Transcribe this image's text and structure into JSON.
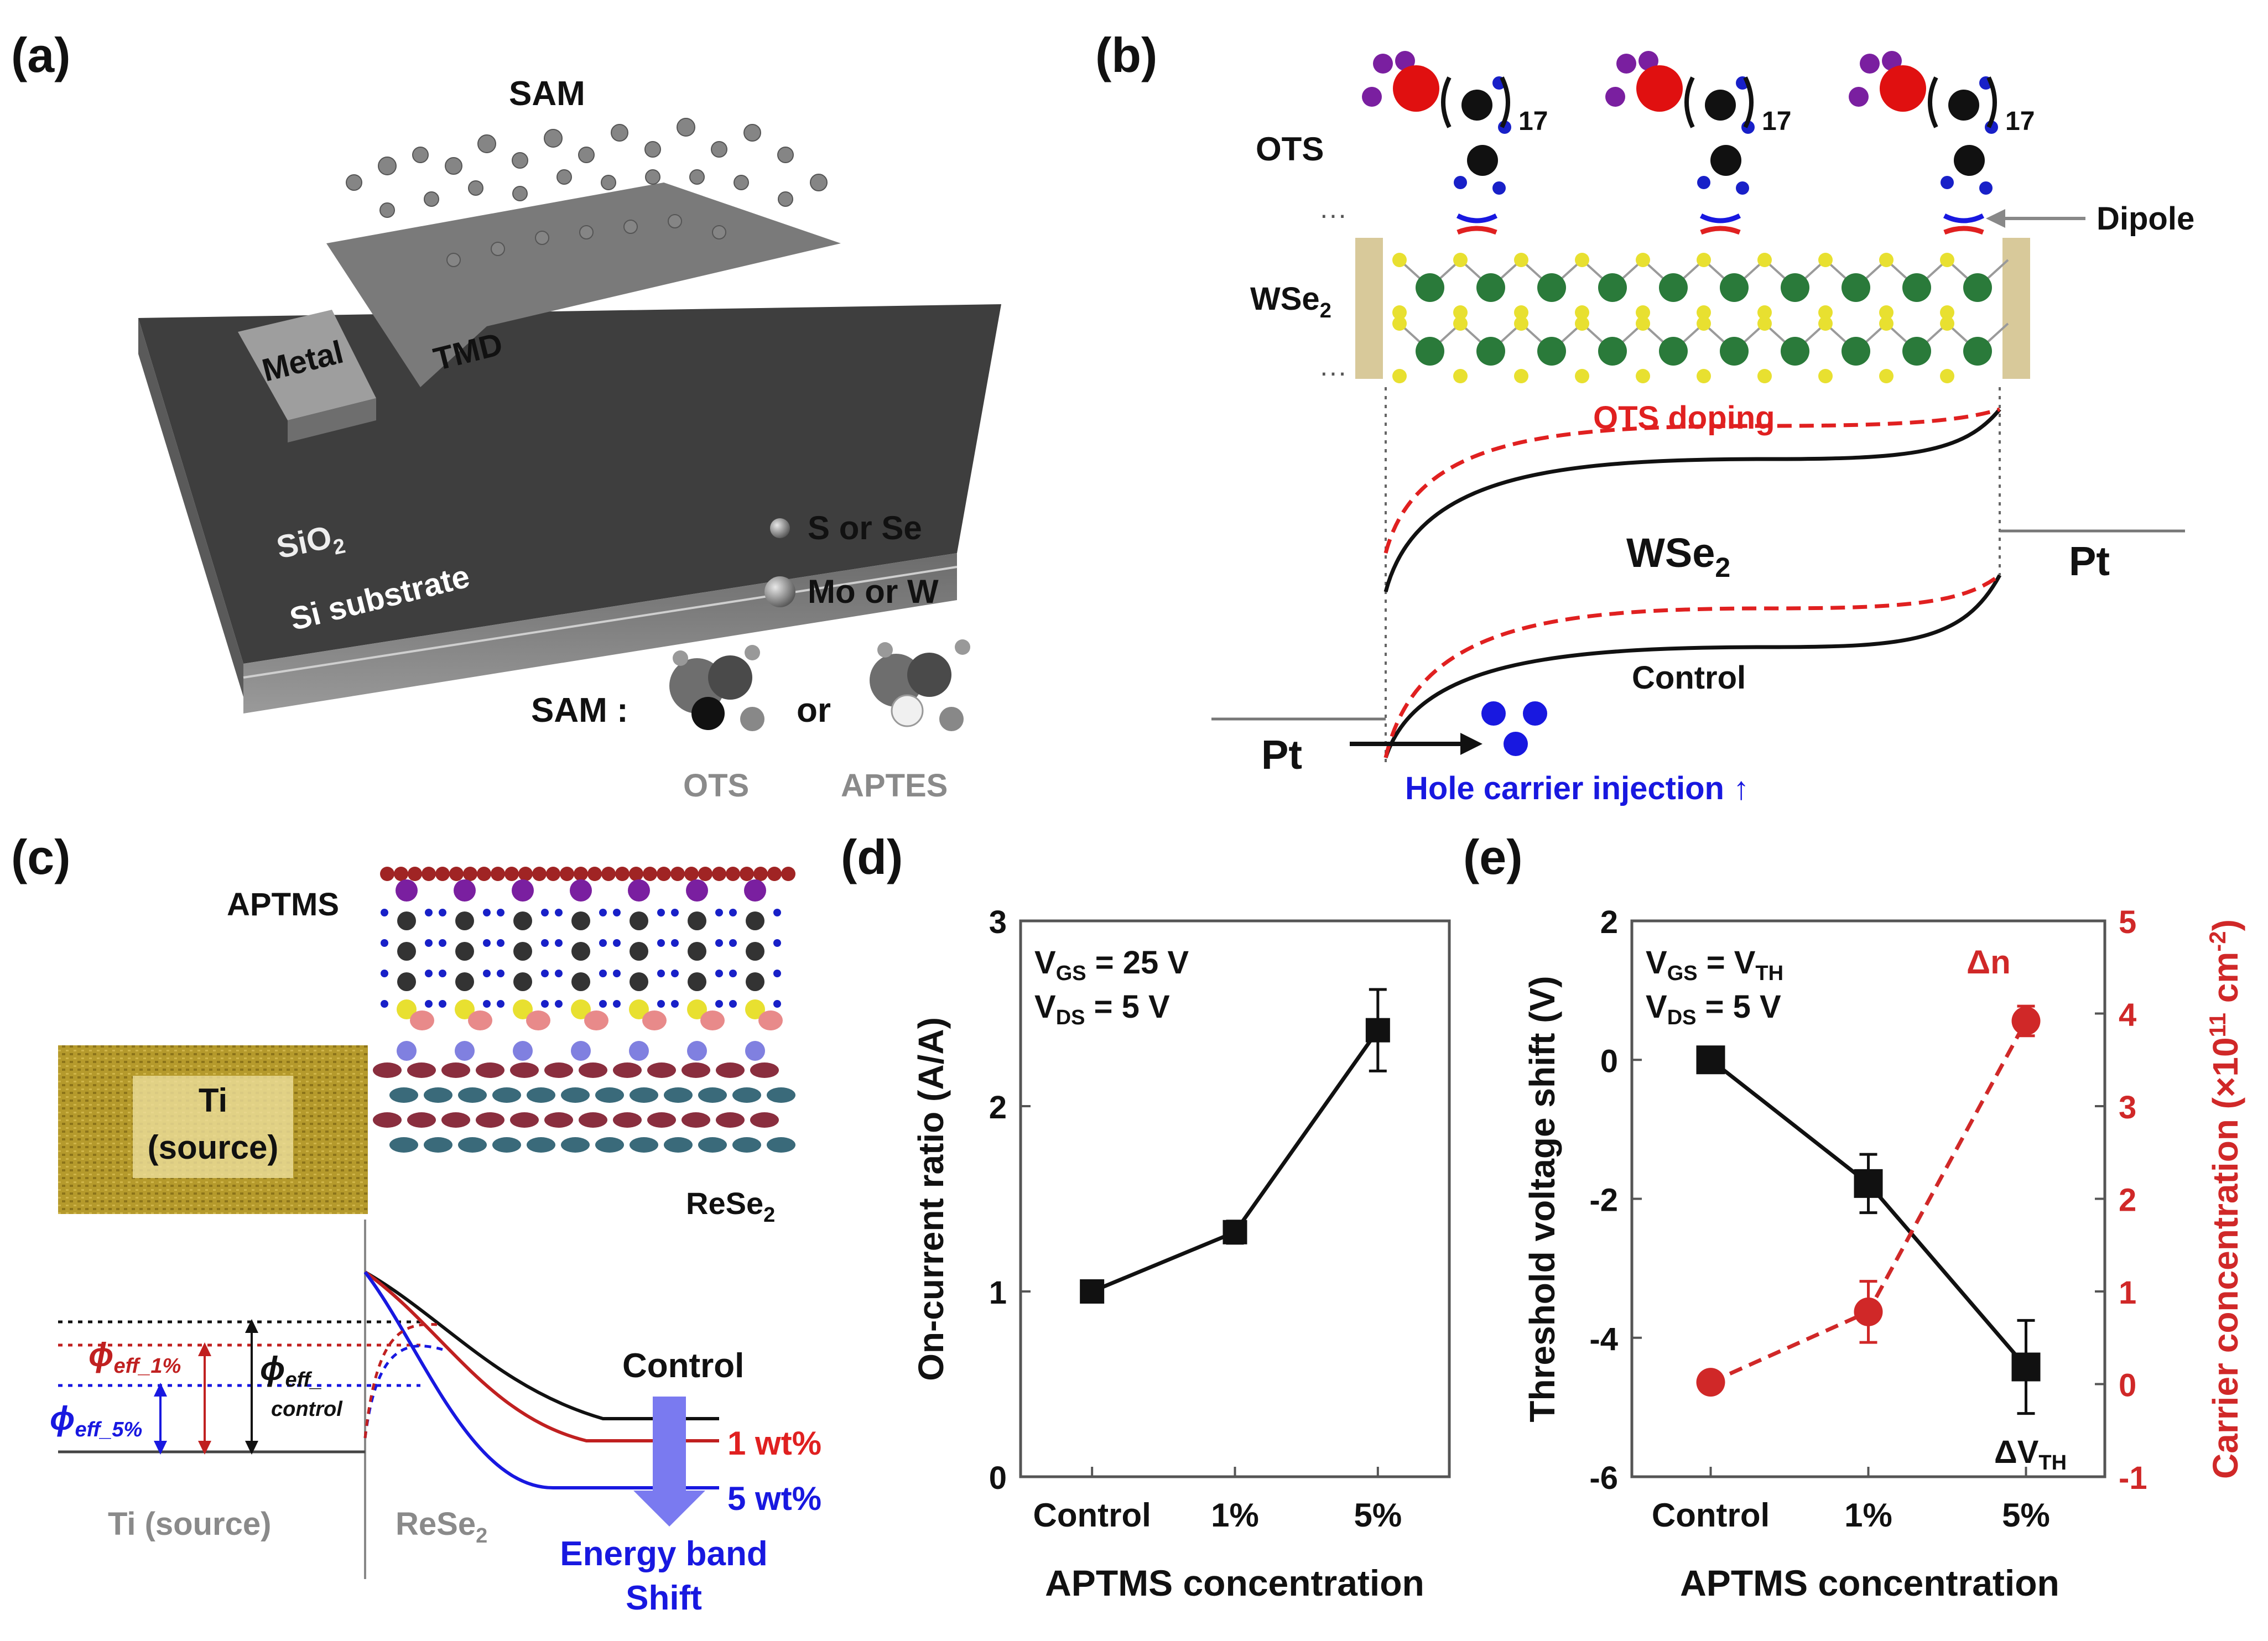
{
  "panels": {
    "a": {
      "label": "(a)",
      "sam_top": "SAM",
      "metal": "Metal",
      "tmd": "TMD",
      "sio2_base": "SiO",
      "sio2_sub": "2",
      "si_substrate": "Si substrate",
      "legend_s": "S or Se",
      "legend_mo": "Mo or W",
      "sam_colon": "SAM :",
      "or": "or",
      "ots": "OTS",
      "aptes": "APTES"
    },
    "b": {
      "label": "(b)",
      "ots": "OTS",
      "sub17": "17",
      "dipole": "Dipole",
      "wse2_base": "WSe",
      "wse2_sub": "2",
      "ots_doping": "OTS doping",
      "pt": "Pt",
      "control": "Control",
      "hole": "Hole carrier injection ↑"
    },
    "c": {
      "label": "(c)",
      "aptms": "APTMS",
      "ti": "Ti",
      "source": "(source)",
      "rese2_base": "ReSe",
      "rese2_sub": "2",
      "phi": "ϕ",
      "phi1_sub": "eff_1%",
      "phi5_sub": "eff_5%",
      "phic_sub1": "eff_",
      "phic_sub2": "control",
      "control": "Control",
      "wt1": "1 wt%",
      "wt5": "5 wt%",
      "ti_source": "Ti (source)",
      "energy1": "Energy band",
      "energy2": "Shift"
    },
    "d": {
      "label": "(d)",
      "ann1_base": "V",
      "ann1_sub": "GS",
      "ann1_rest": " = 25 V",
      "ann2_base": "V",
      "ann2_sub": "DS",
      "ann2_rest": " = 5 V"
    },
    "e": {
      "label": "(e)",
      "ann1_base": "V",
      "ann1_sub": "GS",
      "ann1_mid": " = V",
      "ann1_sub2": "TH",
      "ann2_base": "V",
      "ann2_sub": "DS",
      "ann2_rest": " = 5 V",
      "dn": "Δn",
      "dvth_base": "ΔV",
      "dvth_sub": "TH",
      "y2_base": "Carrier concentration (×10",
      "y2_sup": "11",
      "y2_mid": " cm",
      "y2_sup2": "-2",
      "y2_end": ")"
    }
  },
  "colors": {
    "red": "#e02020",
    "darkred": "#d02828",
    "blue": "#1818e0",
    "black": "#111111",
    "gray": "#8a8a8a"
  },
  "chart_data": [
    {
      "id": "d",
      "type": "line",
      "categories": [
        "Control",
        "1%",
        "5%"
      ],
      "series": [
        {
          "values": [
            1.0,
            1.32,
            2.41
          ],
          "errors": [
            0.0,
            0.06,
            0.22
          ],
          "color": "#111111",
          "marker": "square"
        }
      ],
      "xlabel": "APTMS concentration",
      "ylabel": "On-current ratio (A/A)",
      "ylim": [
        0,
        3
      ],
      "yticks": [
        "0",
        "1",
        "2",
        "3"
      ]
    },
    {
      "id": "e",
      "type": "line",
      "categories": [
        "Control",
        "1%",
        "5%"
      ],
      "series": [
        {
          "values": [
            0.0,
            -1.78,
            -4.42
          ],
          "errors": [
            0.0,
            0.42,
            0.67
          ],
          "color": "#111111",
          "marker": "square",
          "axis": "left"
        },
        {
          "values": [
            0.02,
            0.78,
            3.92
          ],
          "errors": [
            0.0,
            0.33,
            0.16
          ],
          "color": "#d02828",
          "marker": "circle",
          "dash": true,
          "axis": "right"
        }
      ],
      "xlabel": "APTMS concentration",
      "ylabel": "Threshold voltage shift (V)",
      "ylim": [
        -6,
        2
      ],
      "yticks": [
        "-6",
        "-4",
        "-2",
        "0",
        "2"
      ],
      "y2lim": [
        -1,
        5
      ],
      "y2ticks": [
        "-1",
        "0",
        "1",
        "2",
        "3",
        "4",
        "5"
      ]
    }
  ]
}
